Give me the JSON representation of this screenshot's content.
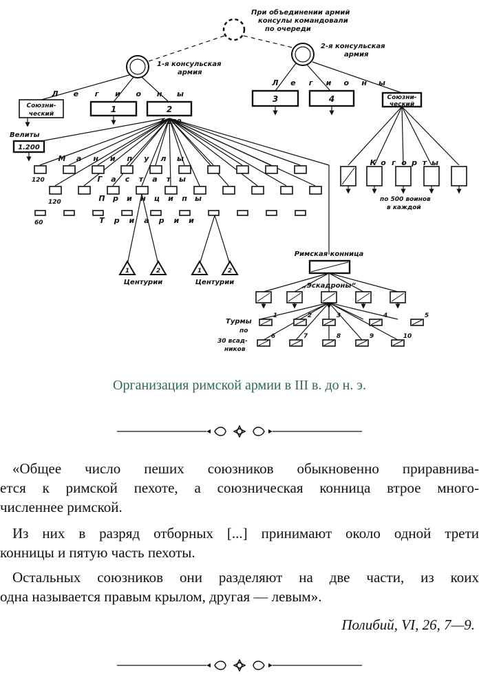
{
  "diagram": {
    "top_note": [
      "При объединении армий",
      "консулы командовали",
      "по очереди"
    ],
    "army1": [
      "1-я консульская",
      "армия"
    ],
    "army2": [
      "2-я консульская",
      "армия"
    ],
    "legions1_letters": [
      "Л",
      "е",
      "г",
      "и",
      "о",
      "н",
      "ы"
    ],
    "legions2_letters": [
      "Л",
      "е",
      "г",
      "и",
      "о",
      "н",
      "ы"
    ],
    "allied1": [
      "Союзни-",
      "ческий"
    ],
    "allied2": [
      "Союзни-",
      "ческий"
    ],
    "legion_numbers": [
      "1",
      "2",
      "3",
      "4"
    ],
    "legion_strength": "4.200",
    "velites_label": "Велиты",
    "velites_count": "1.200",
    "maniples_letters": [
      "М",
      "а",
      "н",
      "и",
      "п",
      "у",
      "л",
      "ы"
    ],
    "hastati_letters": [
      "Г",
      "а",
      "с",
      "т",
      "а",
      "т",
      "ы"
    ],
    "principes_letters": [
      "П",
      "р",
      "и",
      "н",
      "ц",
      "и",
      "п",
      "ы"
    ],
    "triarii_letters": [
      "Т",
      "р",
      "и",
      "а",
      "р",
      "и",
      "и"
    ],
    "row_counts": [
      "120",
      "120",
      "60"
    ],
    "centuria_numbers": [
      "1",
      "2",
      "1",
      "2"
    ],
    "centuria_label": "Центурии",
    "cohorts_letters": [
      "К",
      "о",
      "г",
      "о",
      "р",
      "т",
      "ы"
    ],
    "cohorts_note": [
      "по 500 воинов",
      "в каждой"
    ],
    "cavalry_label": "Римская конница",
    "squadrons_label": "„Эскадроны“",
    "turmae_label": [
      "Турмы",
      "по",
      "30 всад-",
      "ников"
    ],
    "turma_numbers": [
      "1",
      "2",
      "3",
      "4",
      "5",
      "6",
      "7",
      "8",
      "9",
      "10"
    ]
  },
  "caption": "Организация римской армии в III  в. до н. э.",
  "quote": {
    "p1": [
      "«Общее число пеших союзников обыкновенно приравнива-",
      "ется к римской пехоте, а союзническая конница втрое много-",
      "численнее римской."
    ],
    "p2": [
      "Из них в разряд отборных [...] принимают около одной трети",
      "конницы и пятую часть пехоты."
    ],
    "p3": [
      "Остальных союзников они разделяют на две части, из коих",
      "одна называется правым крылом, другая — левым»."
    ]
  },
  "citation": "Полибий, VI, 26, 7—9."
}
